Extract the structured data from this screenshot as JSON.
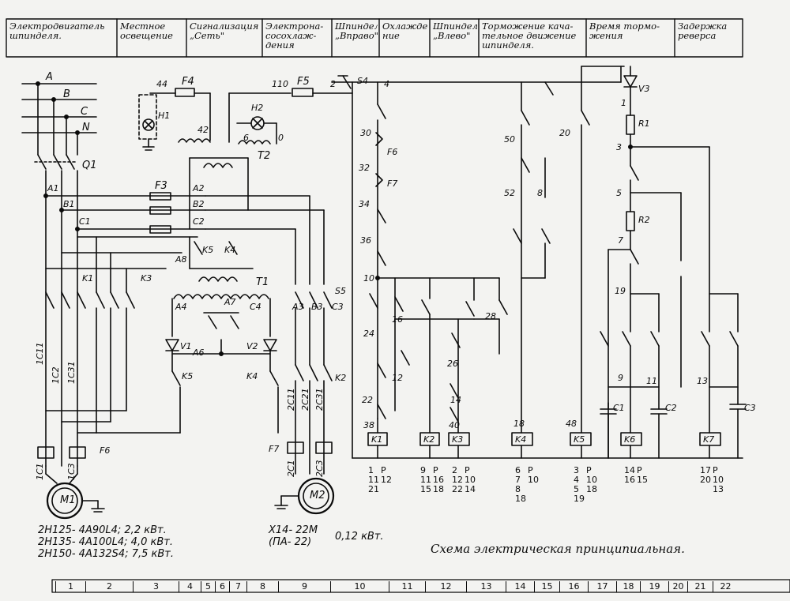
{
  "header": {
    "cells": [
      {
        "label": "Электродвигатель шпинделя."
      },
      {
        "label": "Местное освещение"
      },
      {
        "label": "Сигнализация „Сеть\""
      },
      {
        "label": "Электрона-сосохлаж-дения"
      },
      {
        "label": "Шпиндель „Вправо\""
      },
      {
        "label": "Охлажде-ние"
      },
      {
        "label": "Шпиндель „Влево\""
      },
      {
        "label": "Торможение кача-тельное движение шпинделя."
      },
      {
        "label": "Время тормо-жения"
      },
      {
        "label": "Задержка реверса"
      }
    ]
  },
  "supply": {
    "phase_a": "A",
    "phase_b": "B",
    "phase_c": "C",
    "neutral": "N",
    "switch": "Q1"
  },
  "buses": {
    "a1": "A1",
    "b1": "B1",
    "c1": "C1",
    "a2": "A2",
    "b2": "B2",
    "c2": "C2",
    "a3": "A3",
    "b3": "B3",
    "c3": "C3"
  },
  "components": {
    "f3": "F3",
    "f4": "F4",
    "f5": "F5",
    "f6": "F6",
    "f6b": "F6",
    "f7": "F7",
    "f7b": "F7",
    "t1": "T1",
    "t2": "T2",
    "h1": "H1",
    "h2": "H2",
    "s4": "S4",
    "s5": "S5",
    "v1": "V1",
    "v2": "V2",
    "v3": "V3",
    "r1": "R1",
    "r2": "R2",
    "c1": "C1",
    "c2": "C2",
    "c3": "C3",
    "a4": "A4",
    "a6": "A6",
    "a7": "A7",
    "a8": "A8",
    "c4": "C4",
    "m1": "M1",
    "m2": "M2"
  },
  "wires": {
    "n44": "44",
    "n42": "42",
    "n110": "110",
    "n2": "2",
    "n4": "4",
    "n6": "6",
    "n0": "0",
    "w1c11": "1C11",
    "w1c2": "1C2",
    "w1c31": "1C31",
    "w1c1": "1C1",
    "w1c3": "1C3",
    "w2c11": "2C11",
    "w2c21": "2C21",
    "w2c31": "2C31",
    "w2c1": "2C1",
    "w2c3": "2C3"
  },
  "coils": [
    "K1",
    "K2",
    "K3",
    "K4",
    "K5",
    "K6",
    "K7"
  ],
  "coil_refs": [
    {
      "left": "1\n11\n21",
      "right": "P\n12"
    },
    {
      "left": "9\n11\n15",
      "right": "P\n16\n18"
    },
    {
      "left": "2\n12\n22",
      "right": "P\n10\n14"
    },
    {
      "left": "6\n7\n8\n18",
      "right": "P\n10"
    },
    {
      "left": "3\n4\n5\n19",
      "right": "P\n10\n18"
    },
    {
      "left": "14\n16",
      "right": "P\n15"
    },
    {
      "left": "17\n20",
      "right": "P\n10\n13"
    }
  ],
  "node_numbers": [
    "30",
    "32",
    "34",
    "36",
    "10",
    "16",
    "24",
    "12",
    "22",
    "38",
    "26",
    "28",
    "14",
    "40",
    "50",
    "52",
    "8",
    "20",
    "18",
    "48",
    "1",
    "3",
    "5",
    "7",
    "19",
    "9",
    "11",
    "13"
  ],
  "motors": {
    "m1_lines": [
      "2H125- 4A90L4; 2,2 кВт.",
      "2H135- 4A100L4; 4,0 кВт.",
      "2H150- 4A132S4; 7,5 кВт."
    ],
    "m2_lines": [
      "X14- 22M",
      "(ПА- 22)"
    ],
    "m2_power": "0,12 кВт."
  },
  "caption": "Схема электрическая принципиальная.",
  "zones": [
    "1",
    "2",
    "3",
    "4",
    "5",
    "6",
    "7",
    "8",
    "9",
    "10",
    "11",
    "12",
    "13",
    "14",
    "15",
    "16",
    "17",
    "18",
    "19",
    "20",
    "21",
    "22"
  ]
}
